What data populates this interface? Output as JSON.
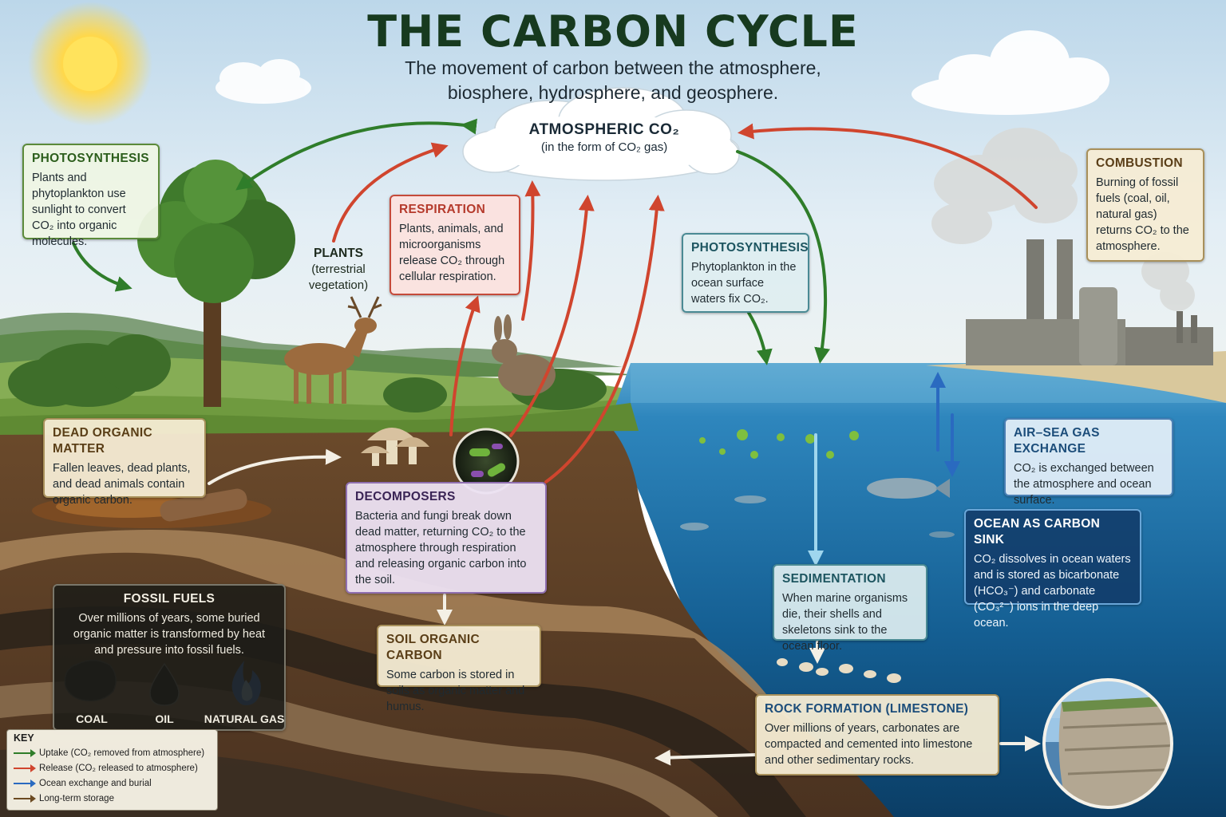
{
  "title": "THE CARBON CYCLE",
  "subtitle": "The movement of carbon between the atmosphere, biosphere, hydrosphere, and geosphere.",
  "atmosphere": {
    "title": "ATMOSPHERIC CO₂",
    "subtitle": "(in the form of CO₂ gas)"
  },
  "plants_label": {
    "title": "PLANTS",
    "subtitle": "(terrestrial vegetation)"
  },
  "boxes": {
    "photosynthesis_land": {
      "title": "PHOTOSYNTHESIS",
      "text": "Plants and phytoplankton use sunlight to convert CO₂ into organic molecules."
    },
    "respiration": {
      "title": "RESPIRATION",
      "text": "Plants, animals, and microorganisms release CO₂ through cellular respiration."
    },
    "photosynthesis_ocean": {
      "title": "PHOTOSYNTHESIS",
      "text": "Phytoplankton in the ocean surface waters fix CO₂."
    },
    "combustion": {
      "title": "COMBUSTION",
      "text": "Burning of fossil fuels (coal, oil, natural gas) returns CO₂ to the atmosphere."
    },
    "dead_organic": {
      "title": "DEAD ORGANIC MATTER",
      "text": "Fallen leaves, dead plants, and dead animals contain organic carbon."
    },
    "decomposers": {
      "title": "DECOMPOSERS",
      "text": "Bacteria and fungi break down dead matter, returning CO₂ to the atmosphere through respiration and releasing organic carbon into the soil."
    },
    "air_sea": {
      "title": "AIR–SEA GAS EXCHANGE",
      "text": "CO₂ is exchanged between the atmosphere and ocean surface."
    },
    "ocean_sink": {
      "title": "OCEAN AS CARBON SINK",
      "text": "CO₂ dissolves in ocean waters and is stored as bicarbonate (HCO₃⁻) and carbonate (CO₃²⁻) ions in the deep ocean."
    },
    "sedimentation": {
      "title": "SEDIMENTATION",
      "text": "When marine organisms die, their shells and skeletons sink to the ocean floor."
    },
    "fossil_fuels": {
      "title": "FOSSIL FUELS",
      "text": "Over millions of years, some buried organic matter is transformed by heat and pressure into fossil fuels."
    },
    "soil_carbon": {
      "title": "SOIL ORGANIC CARBON",
      "text": "Some carbon is stored in soils as organic matter and humus."
    },
    "rock_formation": {
      "title": "ROCK FORMATION (LIMESTONE)",
      "text": "Over millions of years, carbonates are compacted and cemented into limestone and other sedimentary rocks."
    }
  },
  "fuels": [
    "COAL",
    "OIL",
    "NATURAL GAS"
  ],
  "key": {
    "title": "KEY",
    "items": [
      {
        "label": "Uptake (CO₂ removed from atmosphere)",
        "color": "#2f7d2a"
      },
      {
        "label": "Release (CO₂ released to atmosphere)",
        "color": "#d0452e"
      },
      {
        "label": "Ocean exchange and burial",
        "color": "#2a6ac0"
      },
      {
        "label": "Long-term storage",
        "color": "#6b4a22"
      }
    ]
  },
  "colors": {
    "uptake": "#2f7d2a",
    "release": "#d0452e",
    "ocean": "#2a6ac0",
    "storage": "#6b4a22"
  }
}
